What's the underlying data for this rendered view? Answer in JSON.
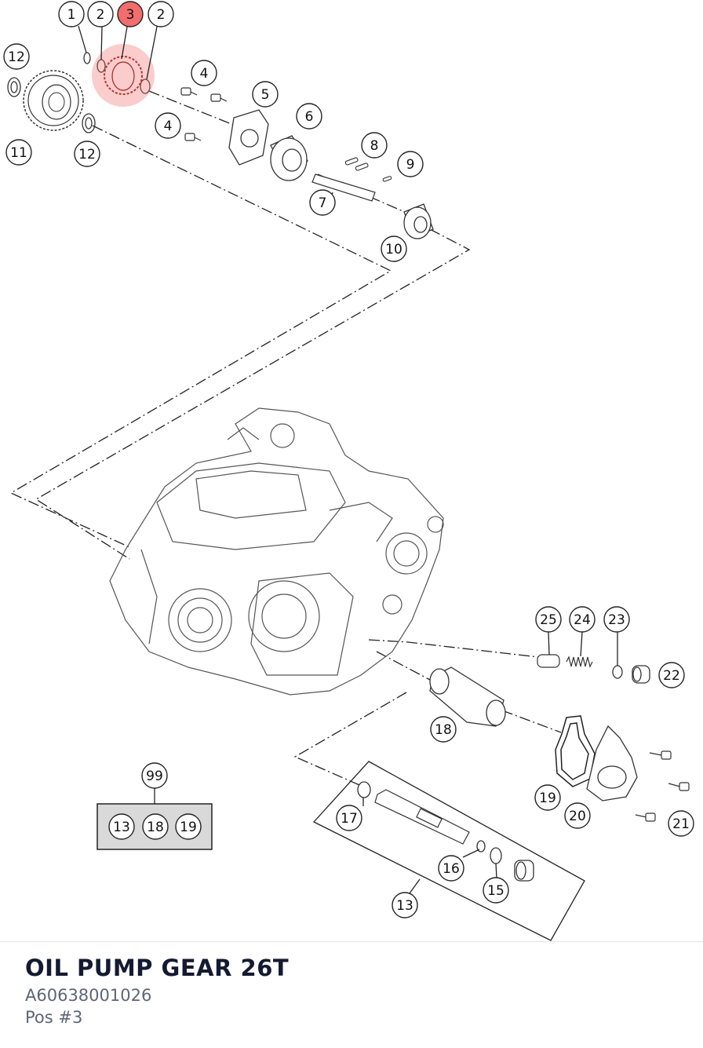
{
  "part": {
    "title": "OIL PUMP GEAR 26T",
    "number": "A60638001026",
    "position": "Pos #3"
  },
  "highlight_color": "#f26d6d",
  "callouts": [
    {
      "id": "c1",
      "label": "1"
    },
    {
      "id": "c2a",
      "label": "2"
    },
    {
      "id": "c3",
      "label": "3",
      "highlighted": true
    },
    {
      "id": "c2b",
      "label": "2"
    },
    {
      "id": "c12a",
      "label": "12"
    },
    {
      "id": "c11",
      "label": "11"
    },
    {
      "id": "c12b",
      "label": "12"
    },
    {
      "id": "c4a",
      "label": "4"
    },
    {
      "id": "c4b",
      "label": "4"
    },
    {
      "id": "c5",
      "label": "5"
    },
    {
      "id": "c6",
      "label": "6"
    },
    {
      "id": "c8",
      "label": "8"
    },
    {
      "id": "c9",
      "label": "9"
    },
    {
      "id": "c7",
      "label": "7"
    },
    {
      "id": "c10",
      "label": "10"
    },
    {
      "id": "c25",
      "label": "25"
    },
    {
      "id": "c24",
      "label": "24"
    },
    {
      "id": "c23",
      "label": "23"
    },
    {
      "id": "c22",
      "label": "22"
    },
    {
      "id": "c18a",
      "label": "18"
    },
    {
      "id": "c99",
      "label": "99"
    },
    {
      "id": "c13a",
      "label": "13"
    },
    {
      "id": "c18b",
      "label": "18"
    },
    {
      "id": "c19a",
      "label": "19"
    },
    {
      "id": "c17",
      "label": "17"
    },
    {
      "id": "c19b",
      "label": "19"
    },
    {
      "id": "c20",
      "label": "20"
    },
    {
      "id": "c21",
      "label": "21"
    },
    {
      "id": "c16",
      "label": "16"
    },
    {
      "id": "c15",
      "label": "15"
    },
    {
      "id": "c13b",
      "label": "13"
    }
  ]
}
